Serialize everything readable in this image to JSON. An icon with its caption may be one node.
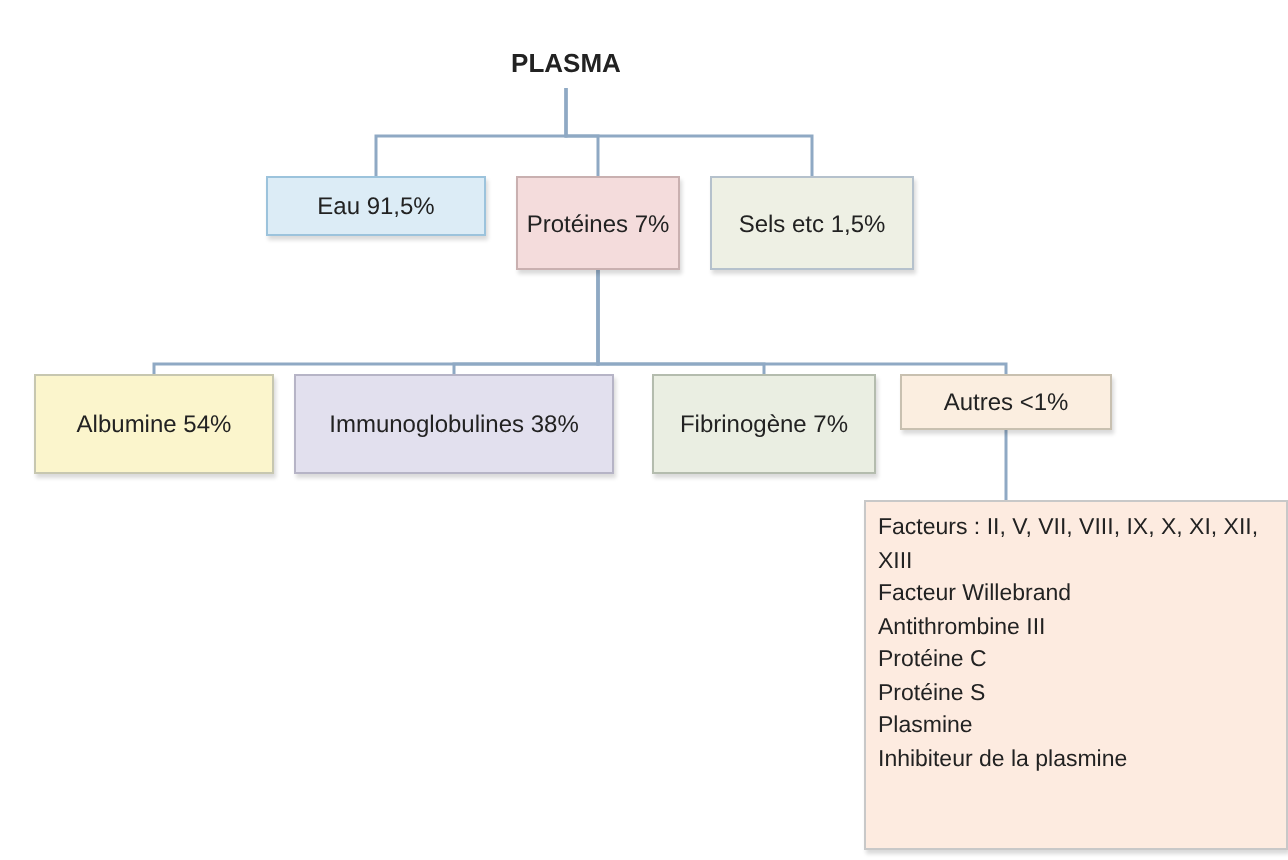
{
  "diagram": {
    "nodes": [
      {
        "text": [
          "PLASMA"
        ]
      },
      {
        "text": [
          "Eau 91,5%"
        ]
      },
      {
        "text": [
          "Protéines 7%"
        ]
      },
      {
        "text": [
          "Sels etc 1,5%"
        ]
      },
      {
        "text": [
          "Albumine 54%"
        ]
      },
      {
        "text": [
          "Immunoglobulines 38%"
        ]
      },
      {
        "text": [
          "Fibrinogène 7%"
        ]
      },
      {
        "text": [
          "Autres <1%"
        ]
      },
      {
        "text": [
          "Facteurs : II, V, VII, VIII, IX, X, XI, XII, XIII",
          "Facteur Willebrand",
          "Antithrombine III",
          "Protéine C",
          "Protéine S",
          "Plasmine",
          "Inhibiteur de la plasmine"
        ]
      }
    ],
    "edges": [
      {
        "from": 0,
        "to": 1,
        "arrow": "none"
      },
      {
        "from": 0,
        "to": 2,
        "arrow": "none"
      },
      {
        "from": 0,
        "to": 3,
        "arrow": "none"
      },
      {
        "from": 2,
        "to": 4,
        "arrow": "none"
      },
      {
        "from": 2,
        "to": 5,
        "arrow": "none"
      },
      {
        "from": 2,
        "to": 6,
        "arrow": "none"
      },
      {
        "from": 2,
        "to": 7,
        "arrow": "none"
      },
      {
        "from": 7,
        "to": 8,
        "arrow": "none"
      }
    ]
  }
}
